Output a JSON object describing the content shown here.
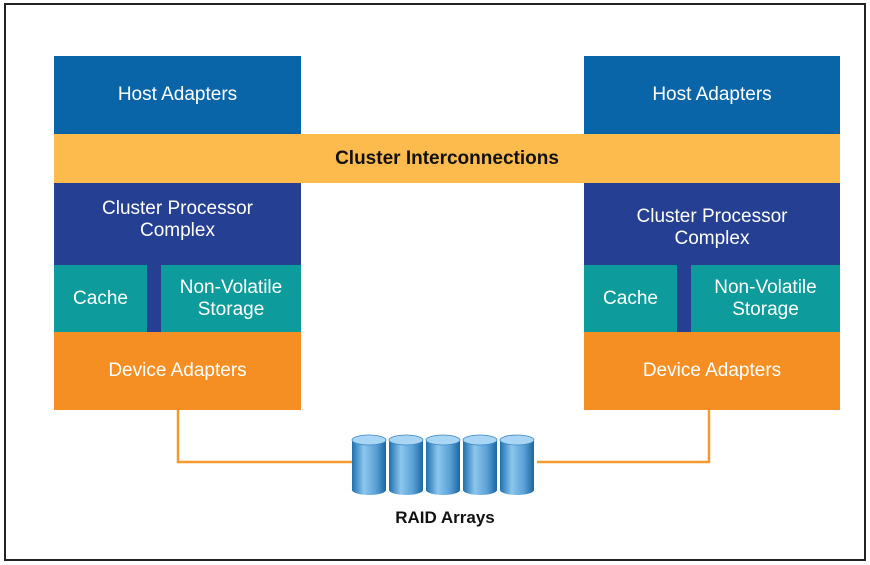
{
  "left_unit": {
    "host_adapters": "Host Adapters",
    "processor_complex": "Cluster Processor\nComplex",
    "cache": "Cache",
    "nvs": "Non-Volatile\nStorage",
    "device_adapters": "Device Adapters"
  },
  "right_unit": {
    "host_adapters": "Host Adapters",
    "processor_complex": "Cluster Processor\nComplex",
    "cache": "Cache",
    "nvs": "Non-Volatile\nStorage",
    "device_adapters": "Device Adapters"
  },
  "interconnect_label": "Cluster Interconnections",
  "raid_label": "RAID Arrays",
  "raid_disk_count": 5,
  "colors": {
    "host": "#0a65a8",
    "processor": "#253f92",
    "cache": "#0e9b9c",
    "device": "#f58f24",
    "interconnect": "#fdbb4e",
    "connector": "#f59a2e",
    "disk": "#6fb3e0"
  }
}
